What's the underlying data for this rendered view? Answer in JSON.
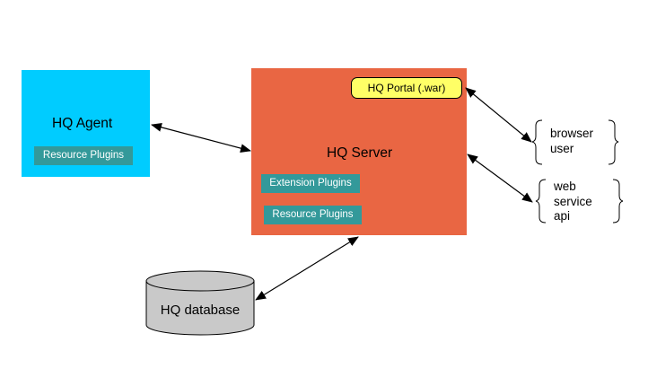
{
  "colors": {
    "agent_fill": "#00CCFF",
    "server_fill": "#E96643",
    "plugin_fill": "#33999A",
    "portal_fill": "#FFFF66",
    "database_fill": "#C9C9C9"
  },
  "agent": {
    "title": "HQ Agent",
    "plugin_label": "Resource Plugins"
  },
  "server": {
    "title": "HQ Server",
    "portal_label": "HQ Portal (.war)",
    "extension_plugins_label": "Extension Plugins",
    "resource_plugins_label": "Resource Plugins"
  },
  "database": {
    "label": "HQ database"
  },
  "clients": [
    {
      "lines": [
        "browser",
        "user"
      ]
    },
    {
      "lines": [
        "web",
        "service",
        "api"
      ]
    }
  ]
}
